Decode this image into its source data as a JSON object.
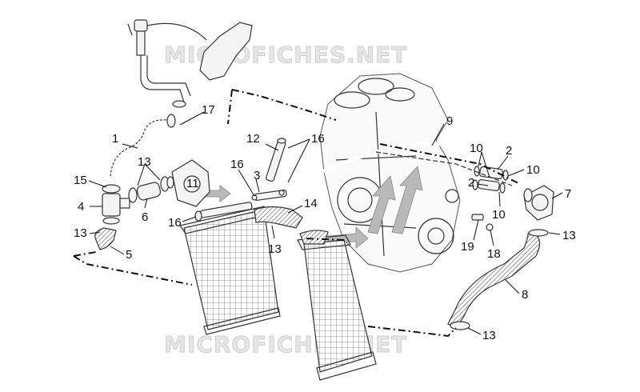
{
  "watermark": "MICROFICHES.NET",
  "callouts": [
    "1",
    "2",
    "3",
    "4",
    "5",
    "6",
    "7",
    "8",
    "9",
    "10",
    "11",
    "12",
    "13",
    "14",
    "15",
    "16",
    "17",
    "18",
    "19"
  ],
  "labels": [
    {
      "id": "17",
      "text": "17"
    },
    {
      "id": "1",
      "text": "1"
    },
    {
      "id": "13a",
      "text": "13"
    },
    {
      "id": "15",
      "text": "15"
    },
    {
      "id": "4",
      "text": "4"
    },
    {
      "id": "6",
      "text": "6"
    },
    {
      "id": "13b",
      "text": "13"
    },
    {
      "id": "5",
      "text": "5"
    },
    {
      "id": "11",
      "text": "11"
    },
    {
      "id": "16a",
      "text": "16"
    },
    {
      "id": "16b",
      "text": "16"
    },
    {
      "id": "3",
      "text": "3"
    },
    {
      "id": "12",
      "text": "12"
    },
    {
      "id": "16c",
      "text": "16"
    },
    {
      "id": "14",
      "text": "14"
    },
    {
      "id": "13c",
      "text": "13"
    },
    {
      "id": "9",
      "text": "9"
    },
    {
      "id": "10a",
      "text": "10"
    },
    {
      "id": "2a",
      "text": "2"
    },
    {
      "id": "10b",
      "text": "10"
    },
    {
      "id": "2b",
      "text": "2"
    },
    {
      "id": "10c",
      "text": "10"
    },
    {
      "id": "7",
      "text": "7"
    },
    {
      "id": "19",
      "text": "19"
    },
    {
      "id": "18",
      "text": "18"
    },
    {
      "id": "13d",
      "text": "13"
    },
    {
      "id": "8",
      "text": "8"
    },
    {
      "id": "13e",
      "text": "13"
    }
  ]
}
